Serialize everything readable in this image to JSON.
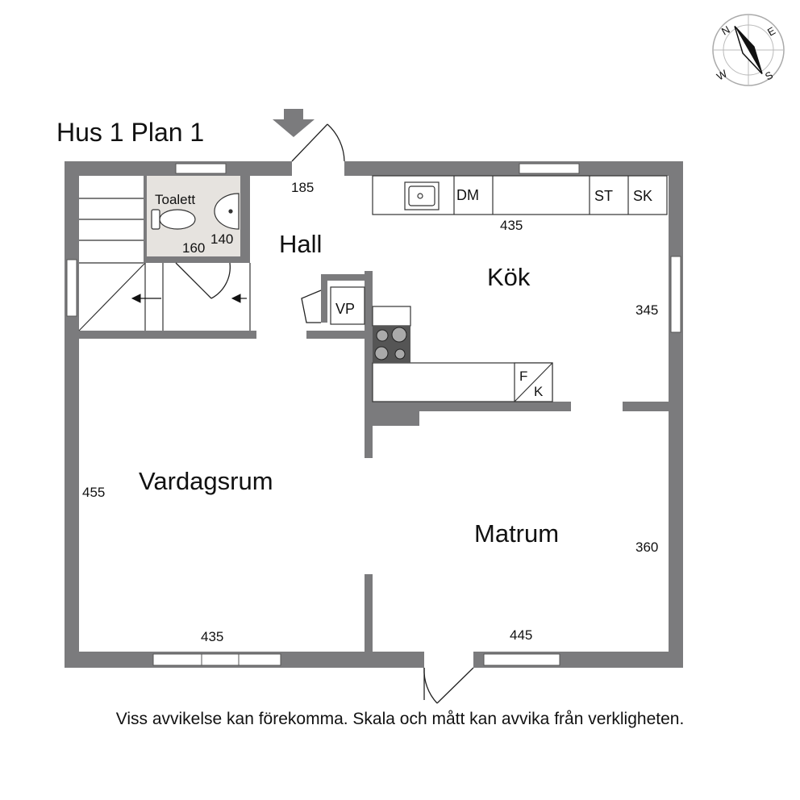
{
  "title": "Hus 1 Plan 1",
  "disclaimer": "Viss avvikelse kan förekomma. Skala och mått kan avvika från verkligheten.",
  "compass": {
    "n": "N",
    "e": "E",
    "s": "S",
    "w": "W"
  },
  "rooms": {
    "toalett": "Toalett",
    "hall": "Hall",
    "kok": "Kök",
    "vardagsrum": "Vardagsrum",
    "matrum": "Matrum"
  },
  "appliances": {
    "dm": "DM",
    "st": "ST",
    "sk": "SK",
    "vp": "VP",
    "f": "F",
    "k": "K"
  },
  "dimensions": {
    "hall_width": "185",
    "toalett_a": "160",
    "toalett_b": "140",
    "kok_width": "435",
    "kok_depth": "345",
    "vardagsrum_depth": "455",
    "vardagsrum_width": "435",
    "matrum_depth": "360",
    "matrum_width": "445"
  },
  "colors": {
    "wall": "#7b7b7d",
    "toalett_floor": "#e6e3df",
    "stove": "#555555"
  }
}
